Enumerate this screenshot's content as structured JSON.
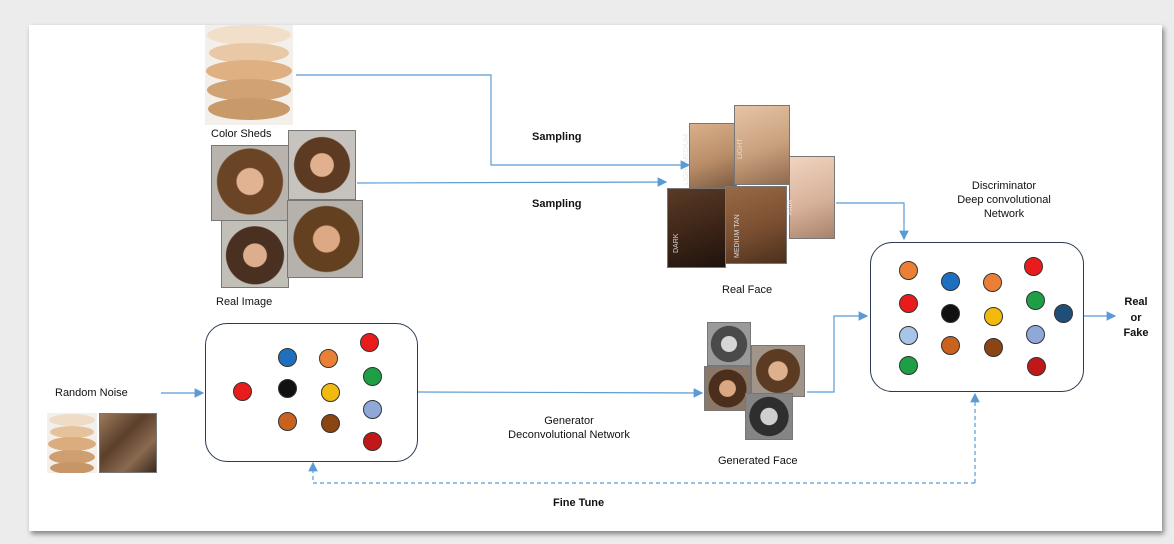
{
  "labels": {
    "color_sheds": "Color Sheds",
    "real_image": "Real Image",
    "random_noise": "Random Noise",
    "sampling_1": "Sampling",
    "sampling_2": "Sampling",
    "real_face": "Real Face",
    "discriminator_line1": "Discriminator",
    "discriminator_line2": "Deep convolutional",
    "discriminator_line3": "Network",
    "generator_line1": "Generator",
    "generator_line2": "Deconvolutional Network",
    "generated_face": "Generated Face",
    "fine_tune": "Fine Tune",
    "output_line1": "Real",
    "output_line2": "or",
    "output_line3": "Fake"
  },
  "skin_tone_labels": {
    "light_medium": "LIGHT MEDIUM",
    "light": "LIGHT",
    "fair": "FAIR",
    "dark": "DARK",
    "medium_tan": "MEDIUM TAN"
  },
  "colors": {
    "arrow": "#5b9bd5",
    "box_border": "#2b3a55",
    "generator_nodes": [
      "#e81c1c",
      "#1f6fbf",
      "#111111",
      "#c8621e",
      "#ec7f36",
      "#f2b90f",
      "#8b4513",
      "#e81c1c",
      "#1e9e45",
      "#8fa8d8",
      "#c01818"
    ],
    "discriminator_nodes": [
      "#ec7f36",
      "#e81c1c",
      "#a8c4e6",
      "#1e9e45",
      "#1f6fbf",
      "#111111",
      "#c8621e",
      "#ec7f36",
      "#f2b90f",
      "#8b4513",
      "#e81c1c",
      "#1e9e45",
      "#8fa8d8",
      "#c01818",
      "#1f4e79"
    ]
  }
}
